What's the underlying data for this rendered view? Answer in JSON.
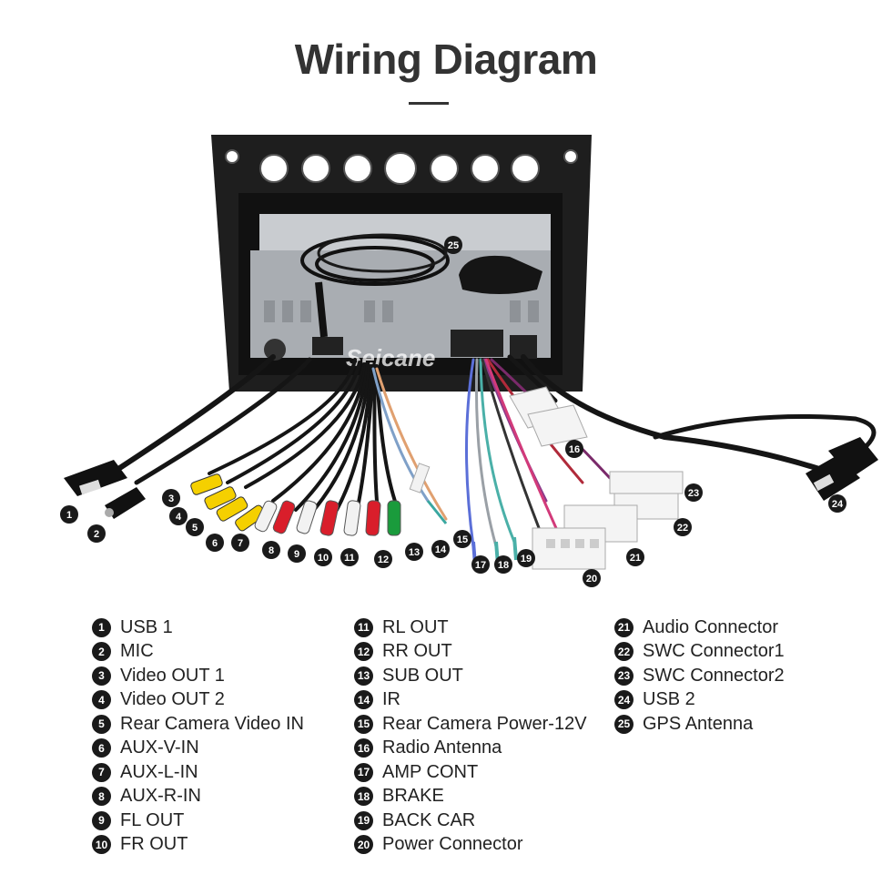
{
  "title": "Wiring Diagram",
  "watermark": "Seicane",
  "callouts": [
    {
      "n": "1"
    },
    {
      "n": "2"
    },
    {
      "n": "3"
    },
    {
      "n": "4"
    },
    {
      "n": "5"
    },
    {
      "n": "6"
    },
    {
      "n": "7"
    },
    {
      "n": "8"
    },
    {
      "n": "9"
    },
    {
      "n": "10"
    },
    {
      "n": "11"
    },
    {
      "n": "12"
    },
    {
      "n": "13"
    },
    {
      "n": "14"
    },
    {
      "n": "15"
    },
    {
      "n": "16"
    },
    {
      "n": "17"
    },
    {
      "n": "18"
    },
    {
      "n": "19"
    },
    {
      "n": "20"
    },
    {
      "n": "21"
    },
    {
      "n": "22"
    },
    {
      "n": "23"
    },
    {
      "n": "24"
    },
    {
      "n": "25"
    }
  ],
  "legend": {
    "col1": [
      {
        "n": "1",
        "label": "USB 1"
      },
      {
        "n": "2",
        "label": "MIC"
      },
      {
        "n": "3",
        "label": "Video OUT 1"
      },
      {
        "n": "4",
        "label": "Video OUT 2"
      },
      {
        "n": "5",
        "label": "Rear Camera Video IN"
      },
      {
        "n": "6",
        "label": "AUX-V-IN"
      },
      {
        "n": "7",
        "label": "AUX-L-IN"
      },
      {
        "n": "8",
        "label": "AUX-R-IN"
      },
      {
        "n": "9",
        "label": "FL OUT"
      },
      {
        "n": "10",
        "label": "FR OUT"
      }
    ],
    "col2": [
      {
        "n": "11",
        "label": "RL OUT"
      },
      {
        "n": "12",
        "label": "RR OUT"
      },
      {
        "n": "13",
        "label": "SUB OUT"
      },
      {
        "n": "14",
        "label": "IR"
      },
      {
        "n": "15",
        "label": "Rear Camera Power-12V"
      },
      {
        "n": "16",
        "label": "Radio Antenna"
      },
      {
        "n": "17",
        "label": "AMP CONT"
      },
      {
        "n": "18",
        "label": "BRAKE"
      },
      {
        "n": "19",
        "label": "BACK CAR"
      },
      {
        "n": "20",
        "label": "Power Connector"
      }
    ],
    "col3": [
      {
        "n": "21",
        "label": "Audio Connector"
      },
      {
        "n": "22",
        "label": "SWC Connector1"
      },
      {
        "n": "23",
        "label": "SWC Connector2"
      },
      {
        "n": "24",
        "label": "USB 2"
      },
      {
        "n": "25",
        "label": "GPS Antenna"
      }
    ]
  }
}
